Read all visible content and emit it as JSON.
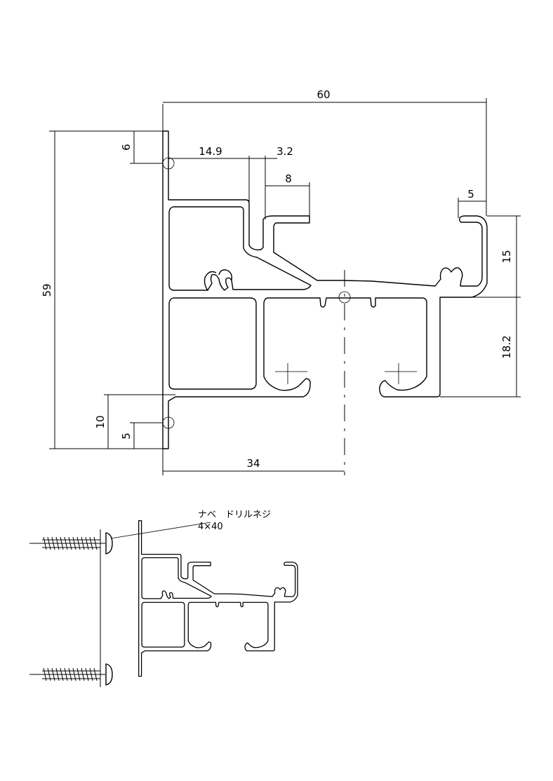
{
  "dimensions": {
    "overall_width": "60",
    "overall_height": "59",
    "top_offset": "6",
    "hook_offset": "14.9",
    "slot_width": "3.2",
    "lip_width": "8",
    "right_lip": "5",
    "upper_height": "15",
    "lower_height": "18.2",
    "bottom_offset": "10",
    "bottom_hole": "5",
    "center_distance": "34"
  },
  "screw_note": {
    "line1": "ナベ　ドリルネジ",
    "line2": "4×40"
  }
}
